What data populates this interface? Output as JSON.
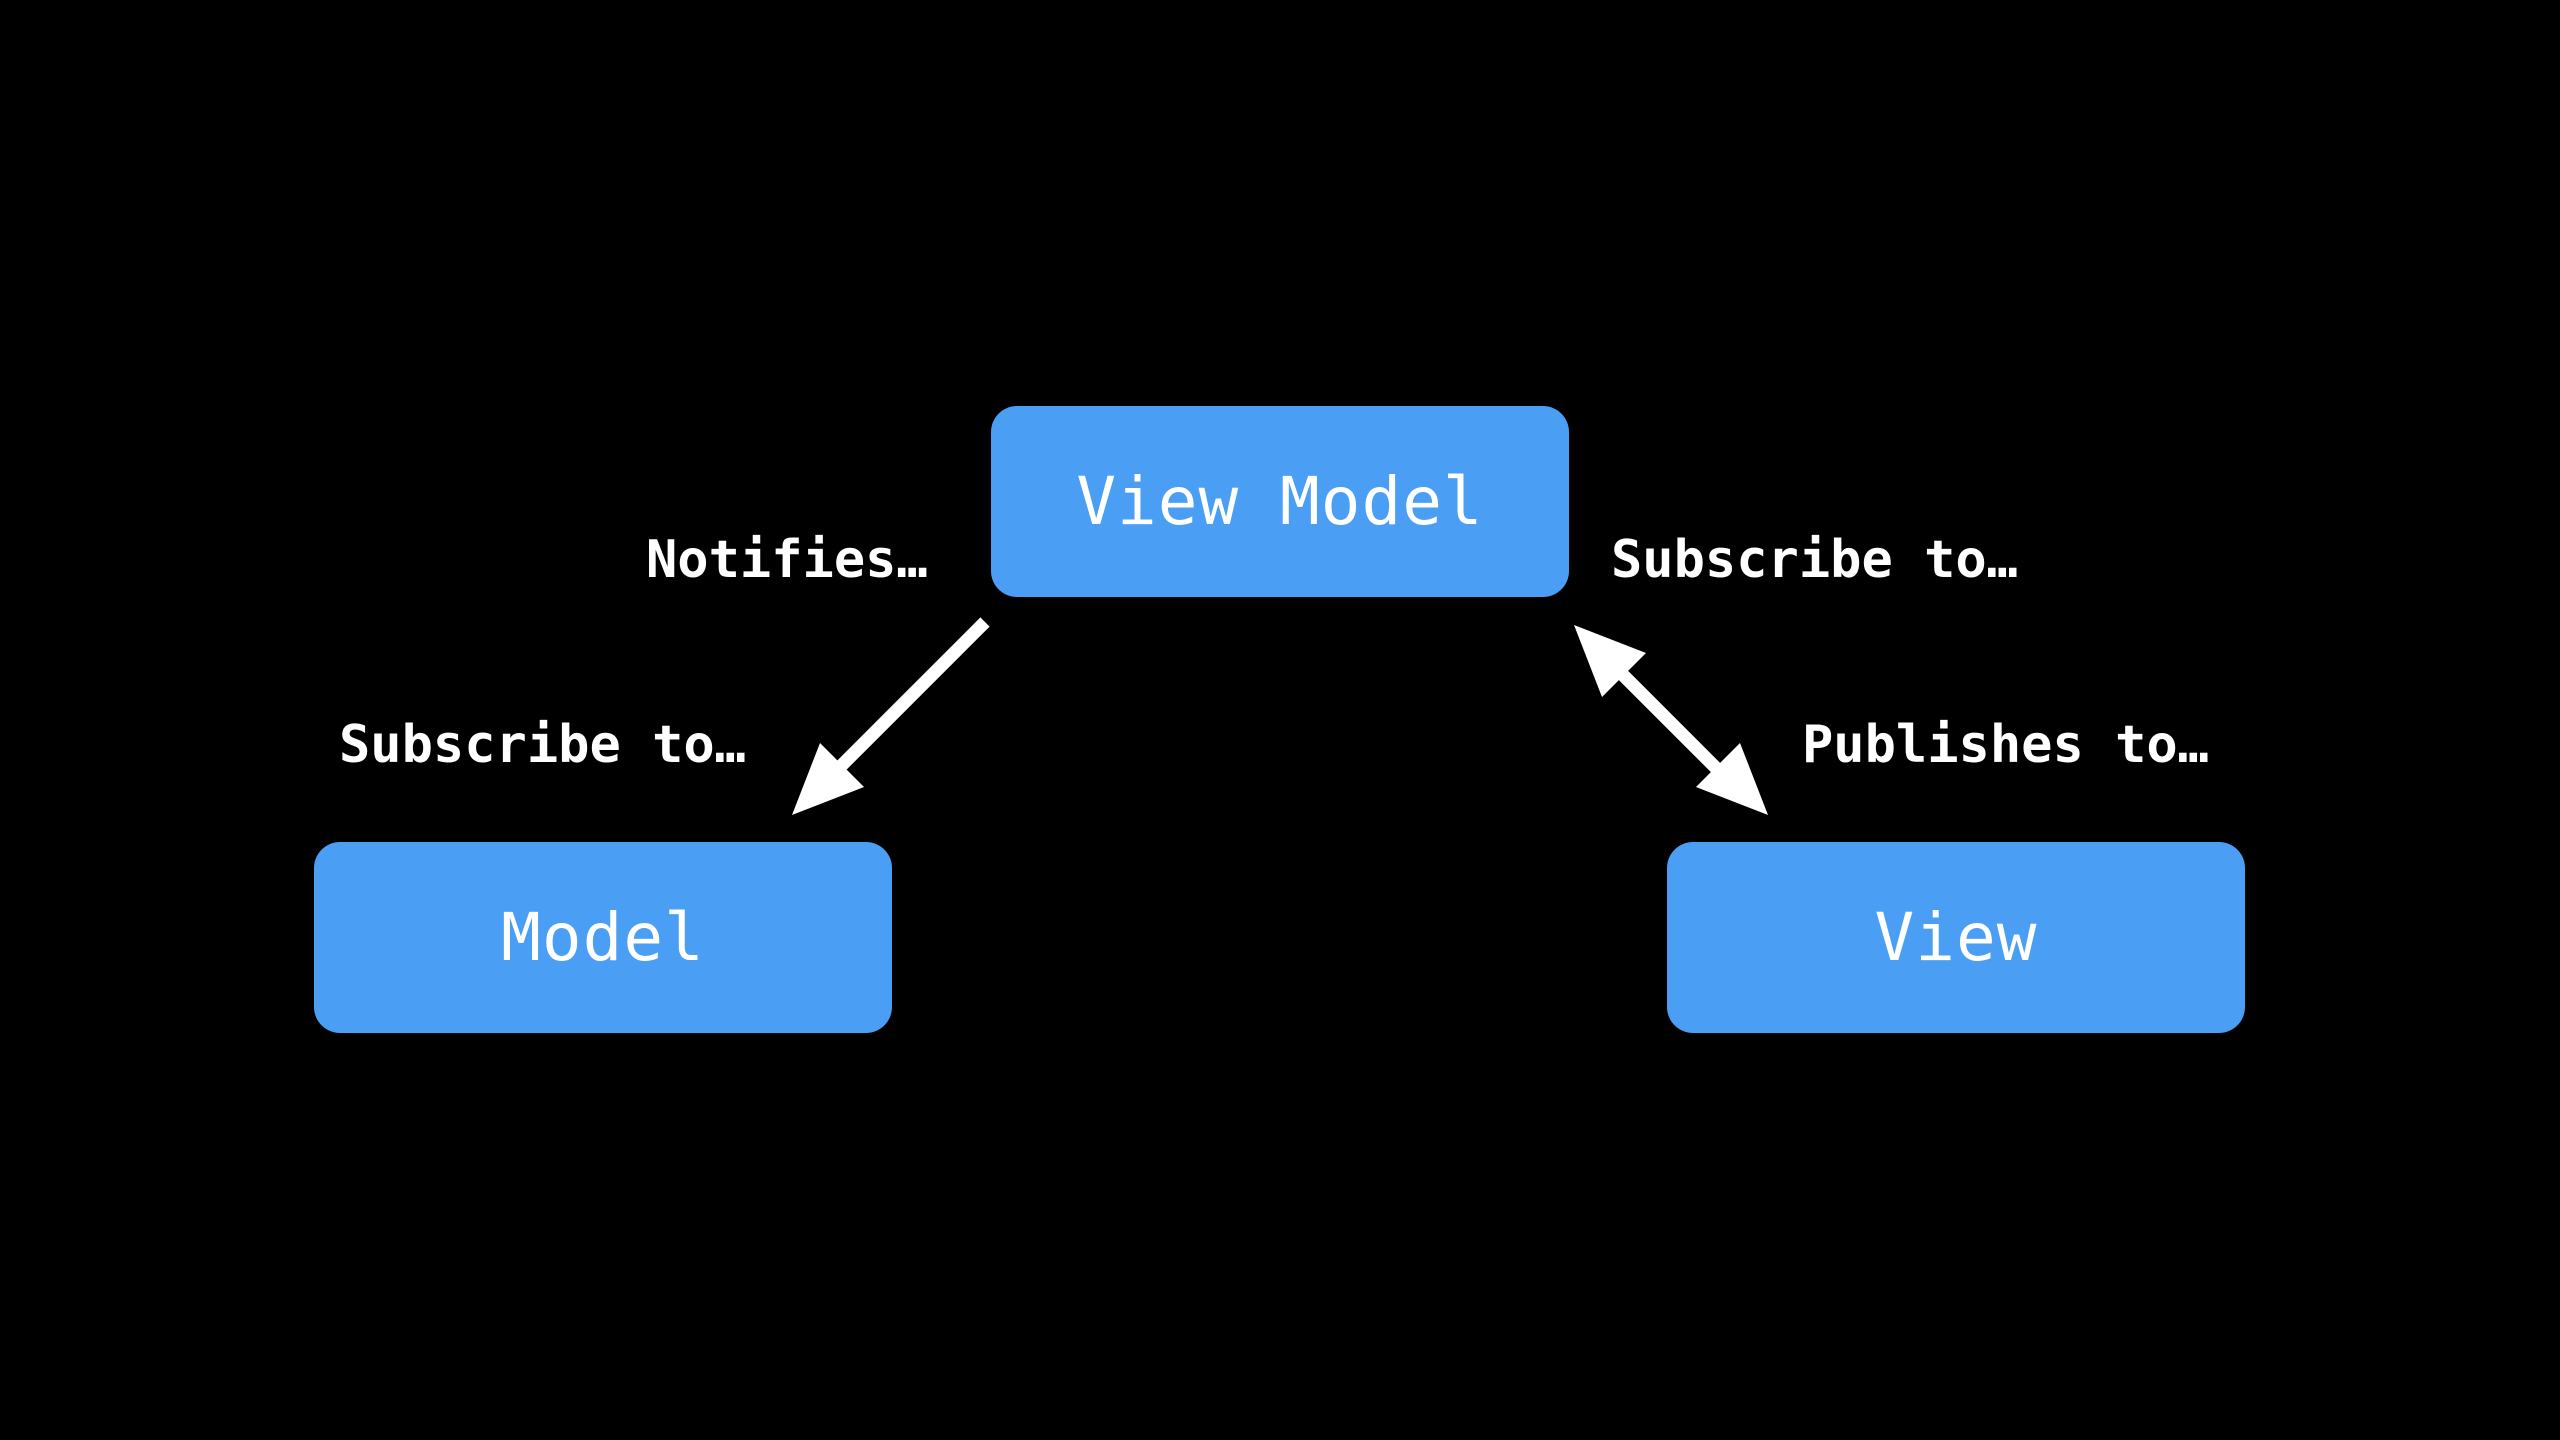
{
  "colors": {
    "background": "#000000",
    "node_fill": "#4a9ff5",
    "node_text": "#ffffff",
    "arrow": "#ffffff",
    "label_text": "#ffffff"
  },
  "nodes": {
    "view_model": "View Model",
    "model": "Model",
    "view": "View"
  },
  "labels": {
    "notifies": "Notifies…",
    "subscribe_to_view_model": "Subscribe to…",
    "subscribe_to_model": "Subscribe to…",
    "publishes_to": "Publishes to…"
  },
  "edges": [
    {
      "from": "View Model",
      "to": "Model",
      "direction": "one-way",
      "labels": [
        "Notifies…",
        "Subscribe to…"
      ]
    },
    {
      "from": "View",
      "to": "View Model",
      "direction": "two-way",
      "labels": [
        "Subscribe to…",
        "Publishes to…"
      ]
    }
  ]
}
